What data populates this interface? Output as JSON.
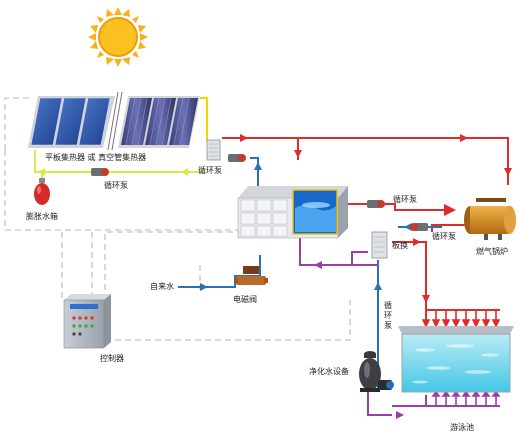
{
  "labels": {
    "collector": "平板集热器 或 真空管集热器",
    "expansion_tank": "膨胀水箱",
    "pump_left": "循环泵",
    "pump_top": "循环泵",
    "pump_mid": "循环泵",
    "pump_right": "循环泵",
    "pump_vertical": "循环泵",
    "plate_exchanger": "板换",
    "boiler": "燃气锅炉",
    "tap_water": "自来水",
    "solenoid_valve": "电磁阀",
    "controller": "控制器",
    "purifier": "净化水设备",
    "pool": "游泳池"
  },
  "colors": {
    "hot": "#e02b2b",
    "cold": "#2a72b8",
    "return": "#9b3ea8",
    "solar_hot": "#f2d400",
    "solar_cold": "#c7df2e",
    "control": "#cccccc"
  },
  "icons": [
    "sun-icon",
    "pump-icon",
    "valve-icon",
    "heat-exchanger-icon",
    "boiler-icon",
    "sand-filter-icon",
    "control-cabinet-icon"
  ]
}
